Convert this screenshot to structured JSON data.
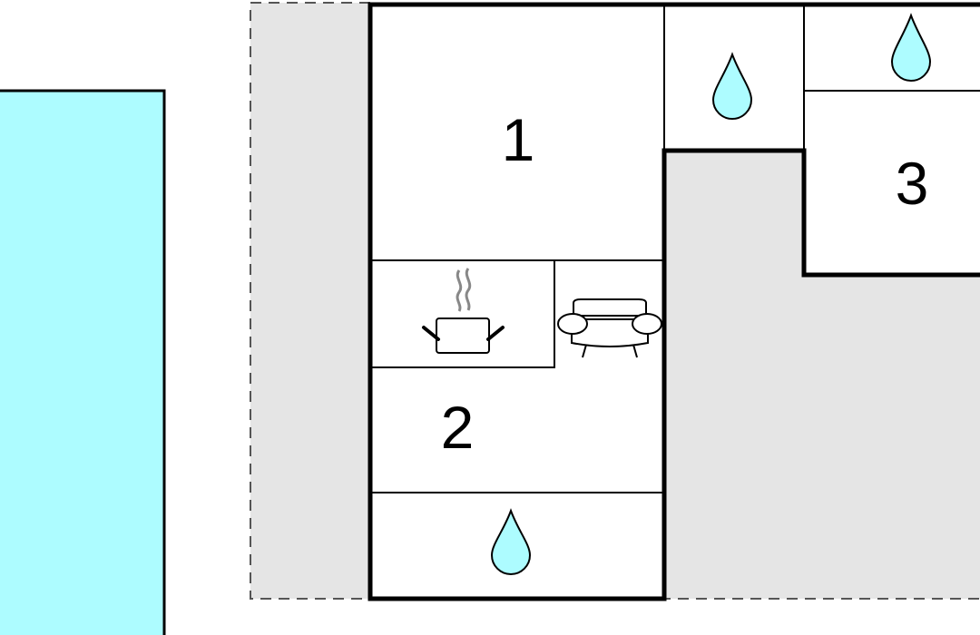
{
  "rooms": [
    {
      "id": "room-1",
      "label": "1"
    },
    {
      "id": "room-2",
      "label": "2"
    },
    {
      "id": "room-3",
      "label": "3"
    }
  ],
  "icons": {
    "water": "water-drop-icon",
    "kitchen": "cooking-pot-icon",
    "living": "sofa-icon"
  },
  "colors": {
    "pool": "#adfcff",
    "terrace": "#e5e5e5",
    "water_drop": "#adfcff",
    "wall": "#000000",
    "room": "#ffffff"
  }
}
